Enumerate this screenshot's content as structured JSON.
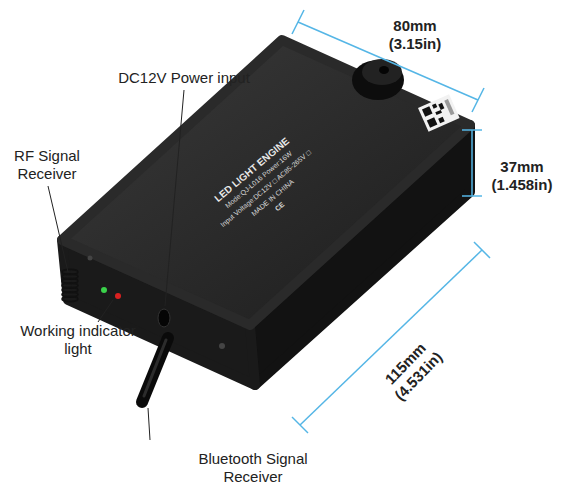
{
  "diagram": {
    "labels": [
      "DC12V Power input",
      "RF Signal Receiver",
      "Working indicator light",
      "Bluetooth Signal Receiver",
      "80mm (3.15in)",
      "37mm (1.458in)",
      "115mm (4.531in)",
      "LED LIGHT ENGINE",
      "Mode:QJ-L016 Power:16W",
      "Input Voltage:DC12V □ AC85-265V □",
      "MADE IN CHINA",
      "CE"
    ]
  }
}
